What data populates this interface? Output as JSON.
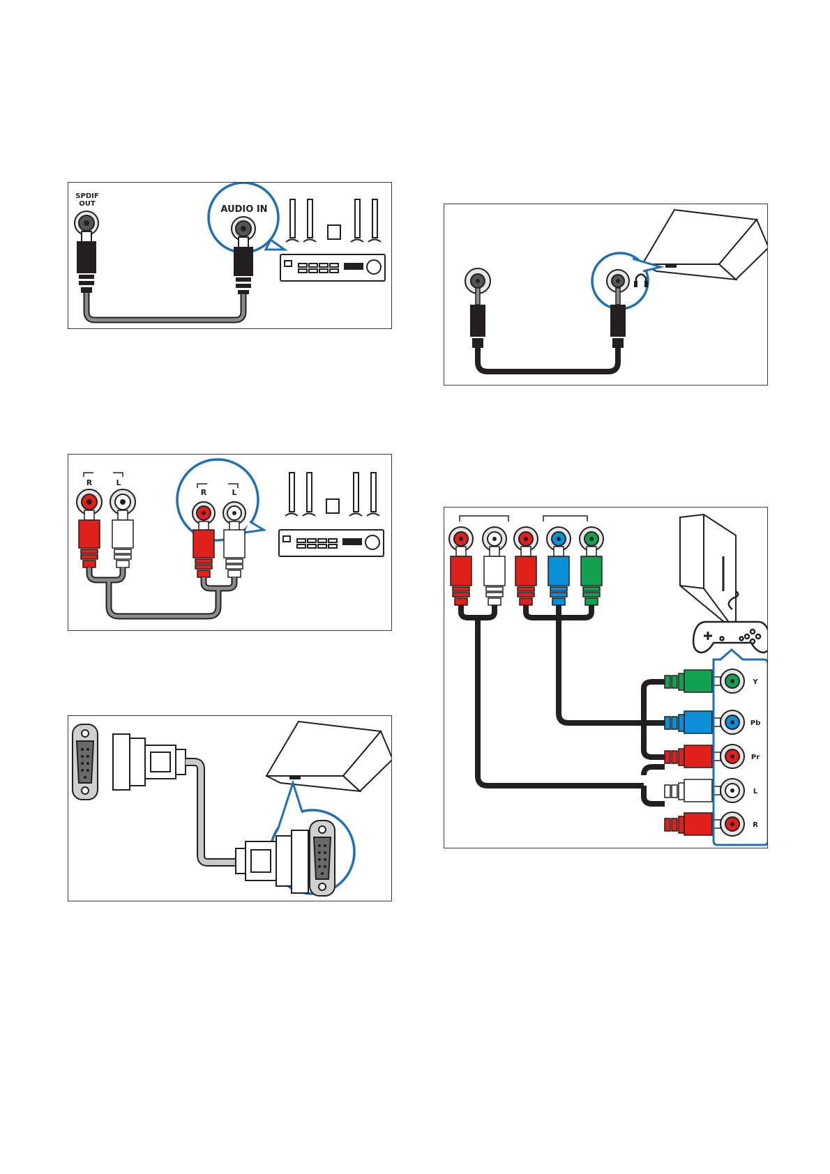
{
  "colors": {
    "frame": "#3a3a3a",
    "highlight": "#1d6fb7",
    "cable_black": "#231f20",
    "cable_grey": "#8c8c8c",
    "rca_red": "#e0201b",
    "rca_white": "#ffffff",
    "rca_blue": "#0a8ed6",
    "rca_green": "#12a150"
  },
  "panel_spdif": {
    "source_label_1": "SPDIF",
    "source_label_2": "OUT",
    "target_label": "AUDIO IN"
  },
  "panel_analog_audio": {
    "source_right": "R",
    "source_left": "L",
    "target_right": "R",
    "target_left": "L"
  },
  "panel_vga": {},
  "panel_headphone": {},
  "panel_component": {
    "jacks": [
      "Y",
      "Pb",
      "Pr",
      "L",
      "R"
    ]
  }
}
